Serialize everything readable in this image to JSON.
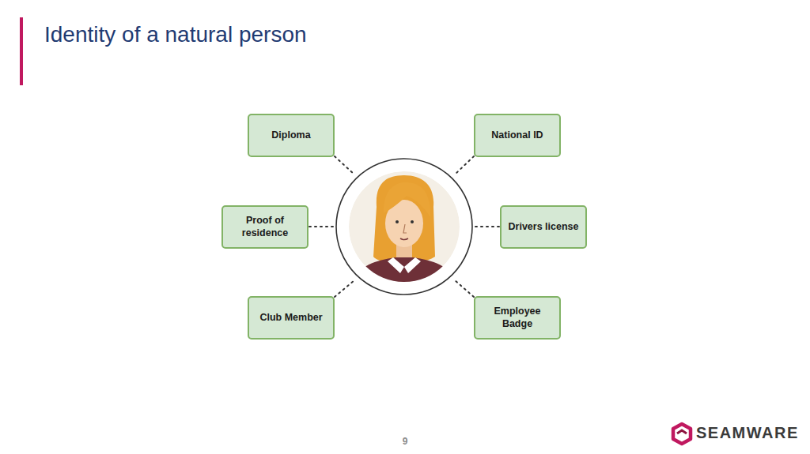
{
  "diagram": {
    "title": "Identity of a natural person",
    "nodes": [
      {
        "text": [
          "Diploma"
        ]
      },
      {
        "text": [
          "National ID"
        ]
      },
      {
        "text": [
          "Proof of residence"
        ]
      },
      {
        "text": [
          "Drivers license"
        ]
      },
      {
        "text": [
          "Club Member"
        ]
      },
      {
        "text": [
          "Employee Badge"
        ]
      }
    ],
    "labels": [
      "9",
      "SEAMWARE"
    ]
  }
}
